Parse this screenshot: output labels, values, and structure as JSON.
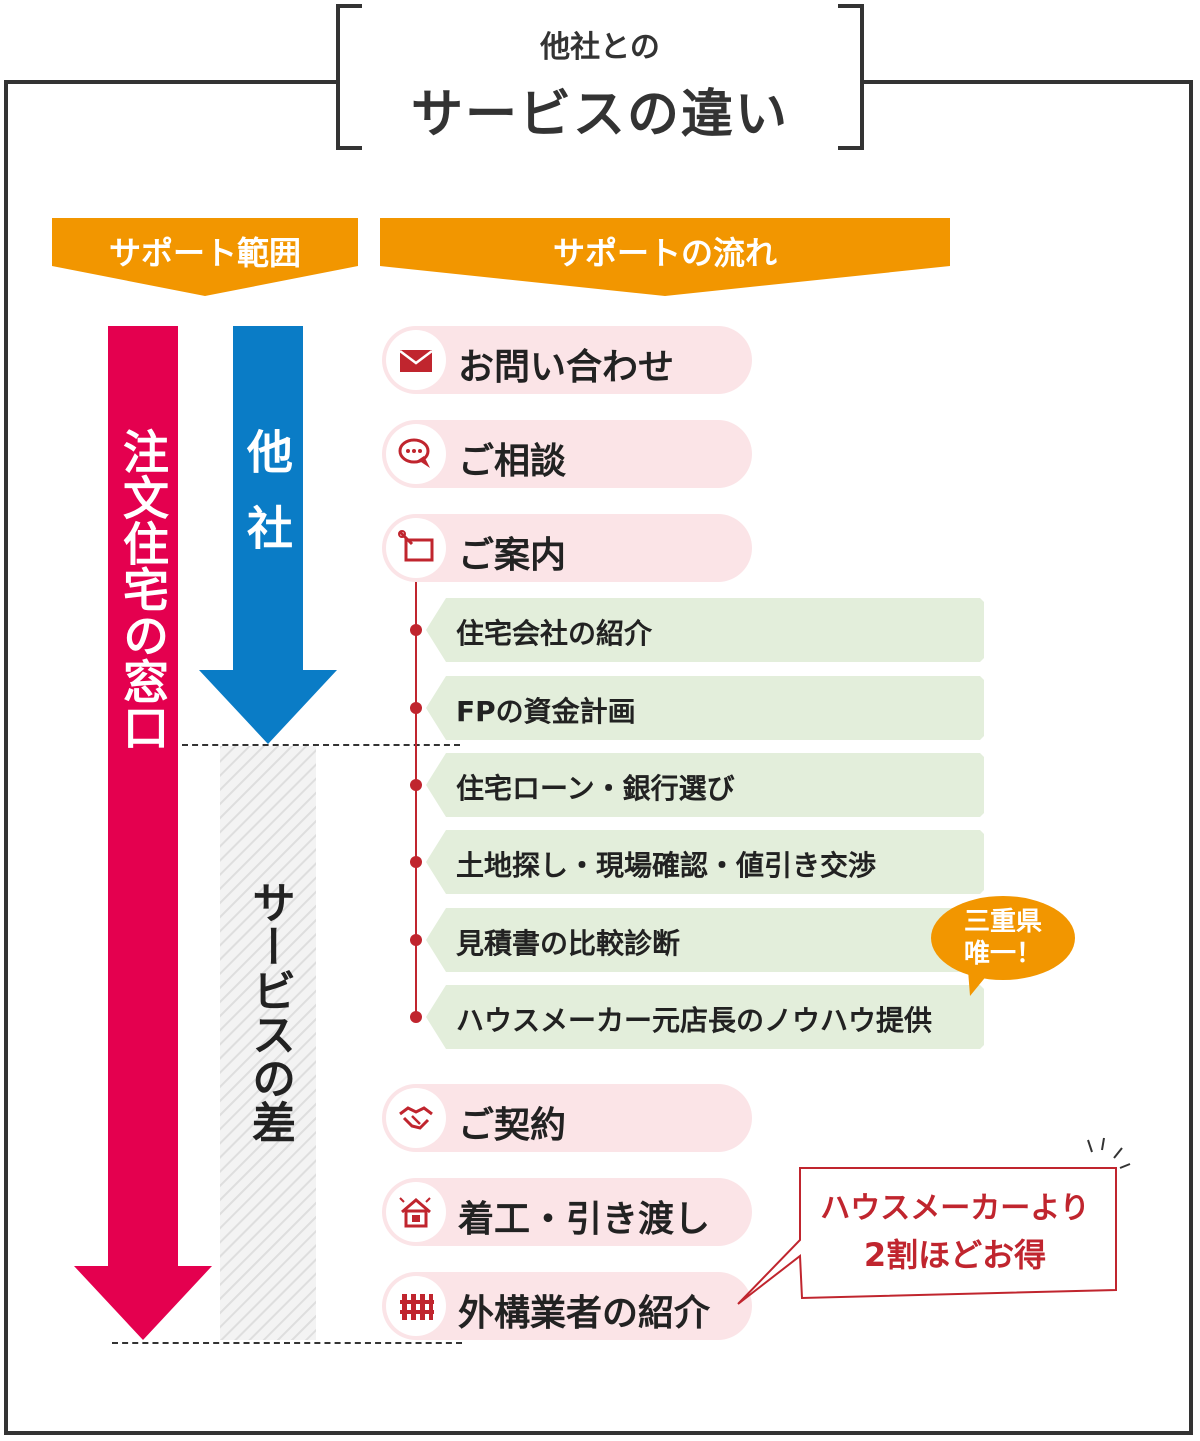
{
  "header": {
    "subtitle": "他社との",
    "title": "サービスの違い"
  },
  "banners": {
    "support_range": "サポート範囲",
    "support_flow": "サポートの流れ"
  },
  "arrows": {
    "ours": "注文住宅の窓口",
    "other": "他社",
    "difference": "サービスの差"
  },
  "steps": {
    "inquiry": "お問い合わせ",
    "consultation": "ご相談",
    "guidance": "ご案内",
    "contract": "ご契約",
    "construction": "着工・引き渡し",
    "exterior": "外構業者の紹介"
  },
  "substeps": [
    "住宅会社の紹介",
    "FPの資金計画",
    "住宅ローン・銀行選び",
    "土地探し・現場確認・値引き交渉",
    "見積書の比較診断",
    "ハウスメーカー元店長のノウハウ提供"
  ],
  "callouts": {
    "unique_line1": "三重県",
    "unique_line2": "唯一！",
    "savings_line1": "ハウスメーカーより",
    "savings_line2": "2割ほどお得"
  },
  "colors": {
    "orange": "#f29600",
    "red": "#e4004f",
    "blue": "#0a7cc6",
    "pink": "#fbe4e7",
    "green": "#e3eedb",
    "dark_red": "#c0252e"
  },
  "icons": [
    "mail-icon",
    "chat-icon",
    "guide-icon",
    "handshake-icon",
    "house-icon",
    "fence-icon"
  ]
}
